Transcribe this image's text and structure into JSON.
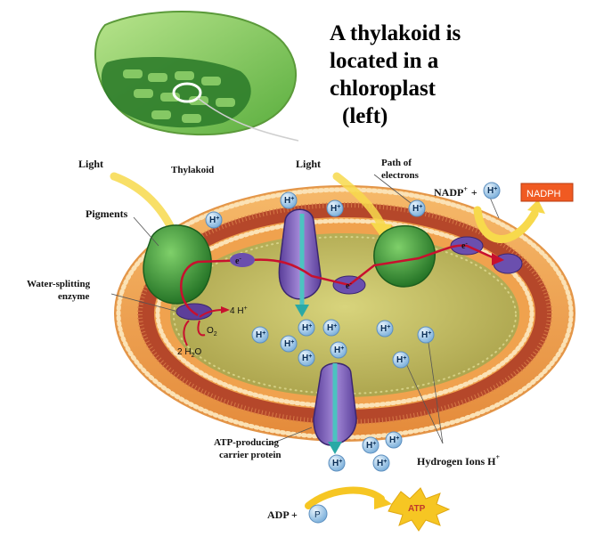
{
  "caption": {
    "line1": "A thylakoid is",
    "line2": "located in a",
    "line3": "chloroplast",
    "line4": "(left)"
  },
  "labels": {
    "light_left": "Light",
    "thylakoid": "Thylakoid",
    "light_right": "Light",
    "path_of": "Path of",
    "electrons": "electrons",
    "nadp": "NADP",
    "nadp_sup": "+",
    "plus": "+",
    "nadph": "NADPH",
    "pigments": "Pigments",
    "water_splitting": "Water-splitting",
    "enzyme": "enzyme",
    "four_h": "4 H",
    "four_h_sup": "+",
    "o2": "O",
    "o2_sub": "2",
    "two_h2o": "2 H",
    "two_h2o_sub": "2",
    "two_h2o_end": "O",
    "electron": "e",
    "electron_sup": "-",
    "atp_producing": "ATP-producing",
    "carrier_protein": "carrier protein",
    "hydrogen_ions": "Hydrogen Ions H",
    "hydrogen_ions_sup": "+",
    "adp": "ADP +",
    "p": "P",
    "atp": "ATP",
    "h_ion": "H",
    "h_ion_sup": "+"
  },
  "colors": {
    "membrane_orange": "#f0a24e",
    "membrane_dark": "#b5472a",
    "lumen_olive": "#c9c468",
    "protein_green": "#3e9a34",
    "protein_purple": "#8a6fc0",
    "electron_path": "#c8102e",
    "light_yellow": "#f7d94c",
    "nadph_box": "#f05a22",
    "atp_burst": "#f6c623",
    "ion_blue": "#9ec9ea"
  }
}
